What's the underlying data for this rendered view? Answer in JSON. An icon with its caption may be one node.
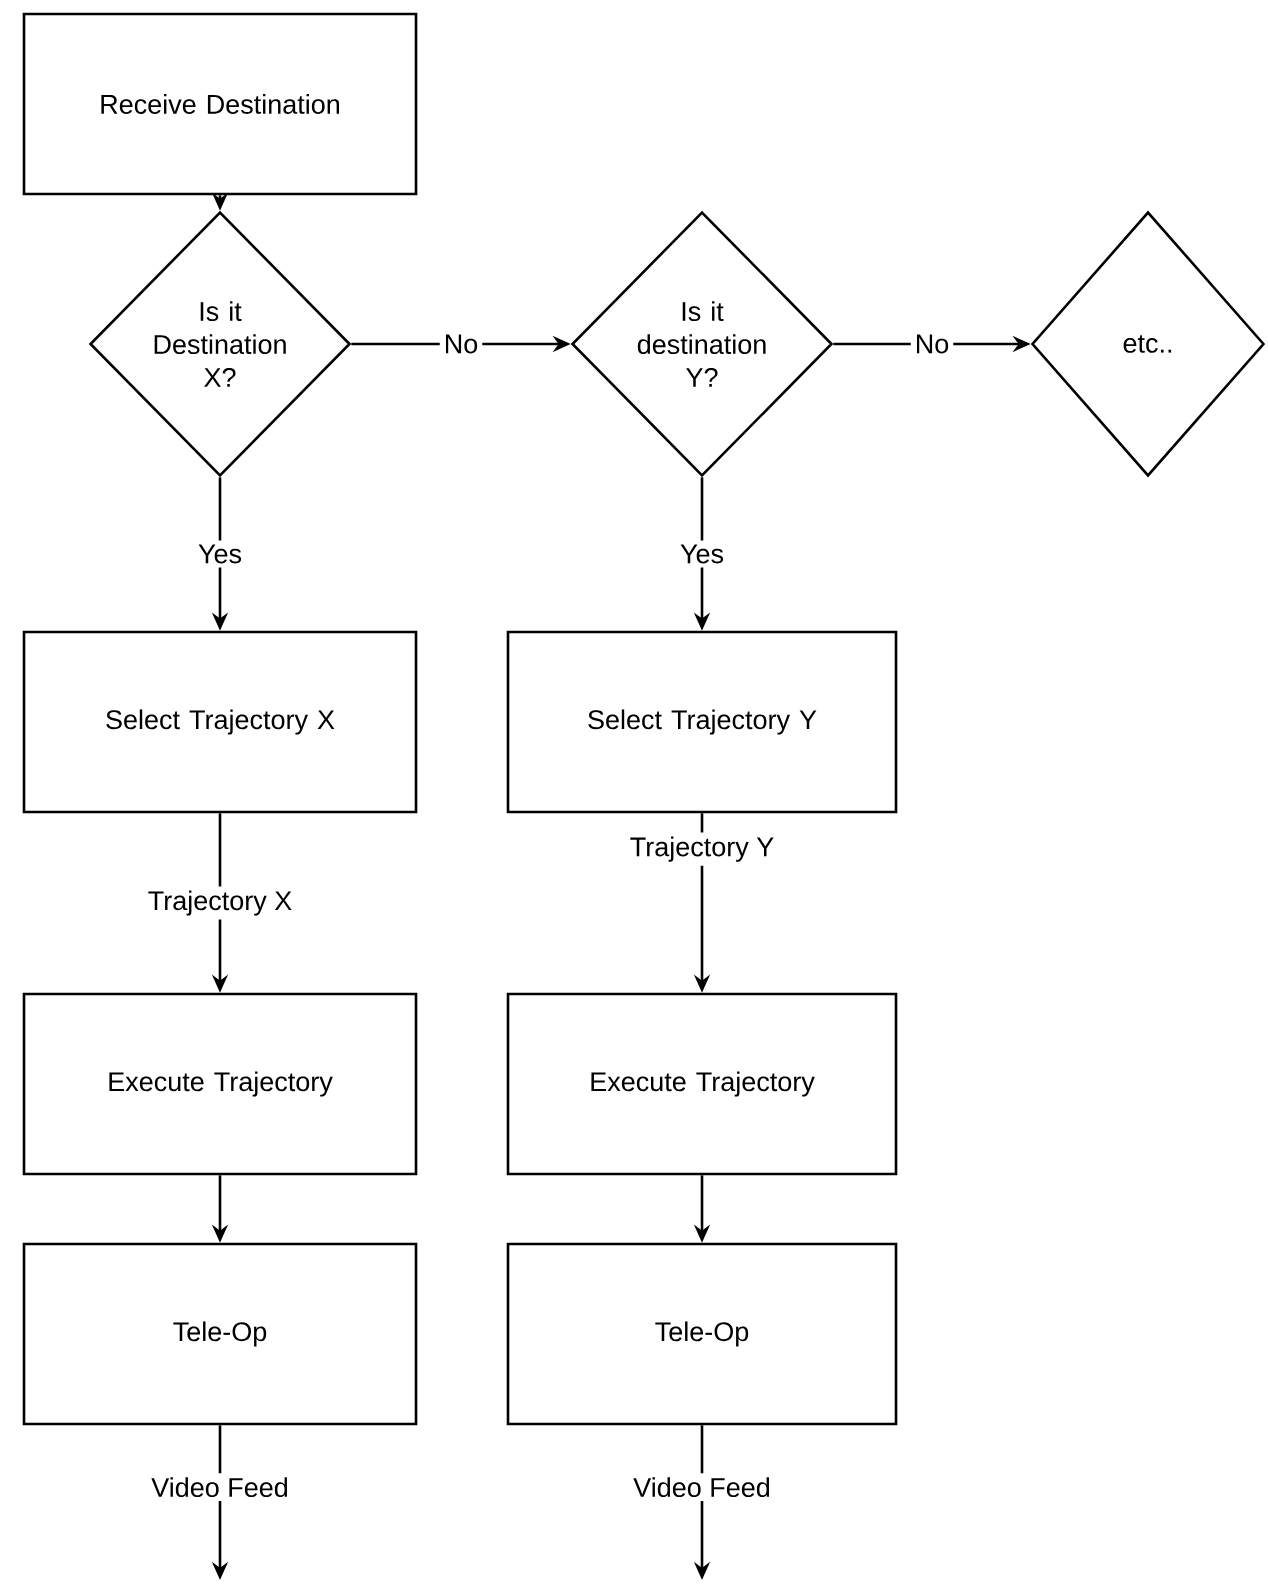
{
  "diagram": {
    "nodes": [
      {
        "text": [
          "Receive Destination"
        ]
      },
      {
        "text": [
          "Is it Destination X?"
        ]
      },
      {
        "text": [
          "Is it destination Y?"
        ]
      },
      {
        "text": [
          "etc.."
        ]
      },
      {
        "text": [
          "Select Trajectory X"
        ]
      },
      {
        "text": [
          "Select Trajectory Y"
        ]
      },
      {
        "text": [
          "Execute Trajectory"
        ]
      },
      {
        "text": [
          "Execute Trajectory"
        ]
      },
      {
        "text": [
          "Tele-Op"
        ]
      },
      {
        "text": [
          "Tele-Op"
        ]
      }
    ],
    "edges": [
      {
        "from": 0,
        "to": 1,
        "arrow": "to"
      },
      {
        "from": 1,
        "to": 2,
        "arrow": "to",
        "label": "No"
      },
      {
        "from": 2,
        "to": 3,
        "arrow": "to",
        "label": "No"
      },
      {
        "from": 1,
        "to": 4,
        "arrow": "to",
        "label": "Yes"
      },
      {
        "from": 2,
        "to": 5,
        "arrow": "to",
        "label": "Yes"
      },
      {
        "from": 4,
        "to": 6,
        "arrow": "to",
        "label": "Trajectory X"
      },
      {
        "from": 5,
        "to": 7,
        "arrow": "to",
        "label": "Trajectory Y"
      },
      {
        "from": 6,
        "to": 8,
        "arrow": "to"
      },
      {
        "from": 7,
        "to": 9,
        "arrow": "to"
      },
      {
        "from": 8,
        "to": null,
        "arrow": "to",
        "label": "Video Feed"
      },
      {
        "from": 9,
        "to": null,
        "arrow": "to",
        "label": "Video Feed"
      }
    ]
  }
}
